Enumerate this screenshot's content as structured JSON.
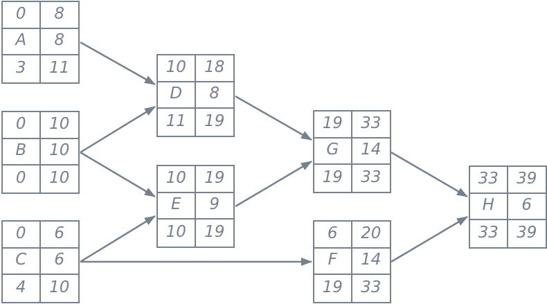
{
  "diagram": {
    "type": "activity-network",
    "colors": {
      "line": "#76818e",
      "background": "#ffffff"
    },
    "nodes": [
      {
        "name": "A",
        "early_start": "0",
        "early_finish": "8",
        "duration": "8",
        "late_start": "3",
        "late_finish": "11"
      },
      {
        "name": "B",
        "early_start": "0",
        "early_finish": "10",
        "duration": "10",
        "late_start": "0",
        "late_finish": "10"
      },
      {
        "name": "C",
        "early_start": "0",
        "early_finish": "6",
        "duration": "6",
        "late_start": "4",
        "late_finish": "10"
      },
      {
        "name": "D",
        "early_start": "10",
        "early_finish": "18",
        "duration": "8",
        "late_start": "11",
        "late_finish": "19"
      },
      {
        "name": "E",
        "early_start": "10",
        "early_finish": "19",
        "duration": "9",
        "late_start": "10",
        "late_finish": "19"
      },
      {
        "name": "F",
        "early_start": "6",
        "early_finish": "20",
        "duration": "14",
        "late_start": "19",
        "late_finish": "33"
      },
      {
        "name": "G",
        "early_start": "19",
        "early_finish": "33",
        "duration": "14",
        "late_start": "19",
        "late_finish": "33"
      },
      {
        "name": "H",
        "early_start": "33",
        "early_finish": "39",
        "duration": "6",
        "late_start": "33",
        "late_finish": "39"
      }
    ],
    "edges": [
      {
        "from": "A",
        "to": "D"
      },
      {
        "from": "B",
        "to": "D"
      },
      {
        "from": "B",
        "to": "E"
      },
      {
        "from": "C",
        "to": "E"
      },
      {
        "from": "C",
        "to": "F"
      },
      {
        "from": "D",
        "to": "G"
      },
      {
        "from": "E",
        "to": "G"
      },
      {
        "from": "G",
        "to": "H"
      },
      {
        "from": "F",
        "to": "H"
      }
    ]
  }
}
